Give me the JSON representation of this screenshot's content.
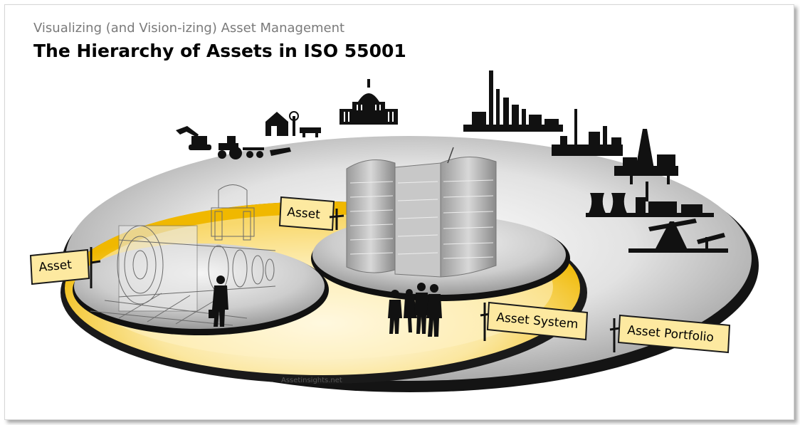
{
  "header": {
    "subtitle": "Visualizing (and Vision-izing) Asset Management",
    "title": "The Hierarchy of Assets in ISO 55001"
  },
  "labels": {
    "asset_left": "Asset",
    "asset_center": "Asset",
    "asset_system": "Asset System",
    "asset_portfolio": "Asset Portfolio"
  },
  "credit": "Assetinsights.net",
  "colors": {
    "sign_fill": "#fde9a0",
    "ring_yellow": "#f3c21a",
    "disc_gray": "#cfcfcf",
    "silhouette": "#111111"
  },
  "icons": [
    "excavator-icon",
    "tractor-icon",
    "farm-barn-icon",
    "capitol-building-icon",
    "refinery-icon",
    "factory-icon",
    "oil-rig-icon",
    "power-plant-icon",
    "pumpjack-icon",
    "turbine-machine-icon",
    "office-building-icon",
    "people-silhouette-icon"
  ]
}
